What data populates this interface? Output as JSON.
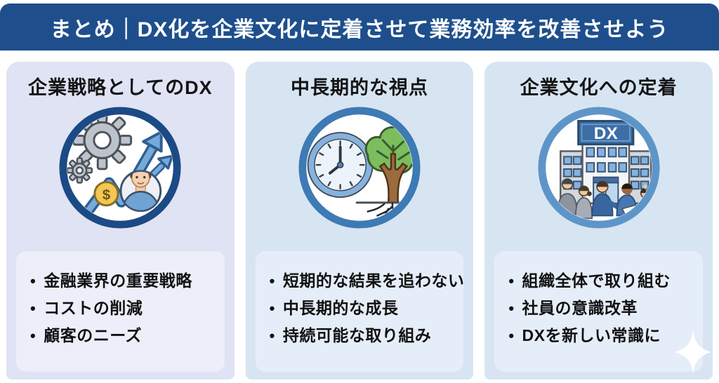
{
  "header": {
    "title": "まとめ｜DX化を企業文化に定着させて業務効率を改善させよう"
  },
  "ui": {
    "bullet_char": "•"
  },
  "cards": [
    {
      "title": "企業戦略としてのDX",
      "icon": "gears-growth-arrow-coin-avatar-icon",
      "icon_labels": {
        "coin_symbol": "$"
      },
      "bullets": [
        "金融業界の重要戦略",
        "コストの削減",
        "顧客のニーズ"
      ]
    },
    {
      "title": "中長期的な視点",
      "icon": "clock-and-tree-icon",
      "bullets": [
        "短期的な結果を追わない",
        "中長期的な成長",
        "持続可能な取り組み"
      ]
    },
    {
      "title": "企業文化への定着",
      "icon": "dx-building-with-people-icon",
      "icon_labels": {
        "building_sign": "DX"
      },
      "bullets": [
        "組織全体で取り組む",
        "社員の意識改革",
        "DXを新しい常識に"
      ]
    }
  ],
  "colors": {
    "header_bg": "#1e4f8c",
    "card1_bg": "#dfe3f4",
    "card2_bg": "#d7e5f2",
    "card3_bg": "#d7e5f2",
    "card1_list_bg": "#eceff9",
    "card23_list_bg": "#e5eef8",
    "ring1": "#1c4a85",
    "ring2": "#3e7ab4",
    "ring3": "#5e95c9",
    "arrow_blue": "#76aadb",
    "coin_yellow": "#f2c753",
    "tree_green": "#7cbd5d",
    "text": "#111111"
  }
}
